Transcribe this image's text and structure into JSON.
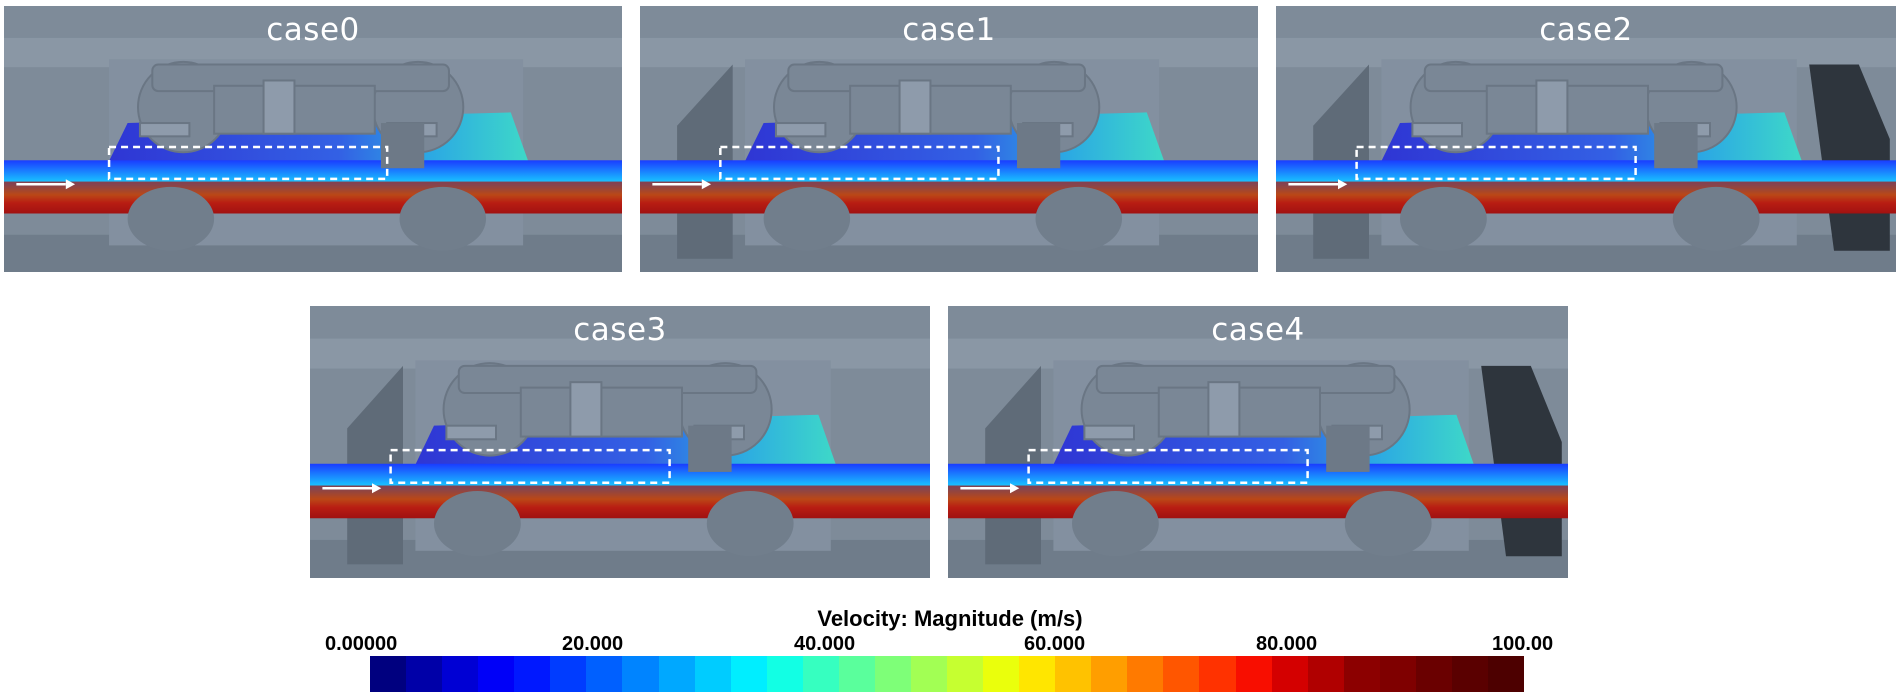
{
  "panels": [
    {
      "id": "p0",
      "title": "case0",
      "side_plate": "none"
    },
    {
      "id": "p1",
      "title": "case1",
      "side_plate": "front"
    },
    {
      "id": "p2",
      "title": "case2",
      "side_plate": "both"
    },
    {
      "id": "p3",
      "title": "case3",
      "side_plate": "front"
    },
    {
      "id": "p4",
      "title": "case4",
      "side_plate": "both"
    }
  ],
  "colorbar": {
    "title": "Velocity: Magnitude (m/s)",
    "ticks": [
      "0.00000",
      "20.000",
      "40.000",
      "60.000",
      "80.000",
      "100.00"
    ],
    "colors": [
      "#00007f",
      "#0000a8",
      "#0000d4",
      "#0000f8",
      "#0018ff",
      "#003cff",
      "#0060ff",
      "#0084ff",
      "#00a8ff",
      "#00ccff",
      "#00eeff",
      "#12ffe4",
      "#36ffc0",
      "#5aff9c",
      "#7eff78",
      "#a2ff54",
      "#c6ff30",
      "#eaff0c",
      "#ffe600",
      "#ffc200",
      "#ff9e00",
      "#ff7a00",
      "#ff5600",
      "#ff3200",
      "#f80e00",
      "#d40000",
      "#b00000",
      "#8c0000",
      "#7f0000",
      "#6a0000",
      "#5a0000",
      "#4d0000"
    ]
  }
}
